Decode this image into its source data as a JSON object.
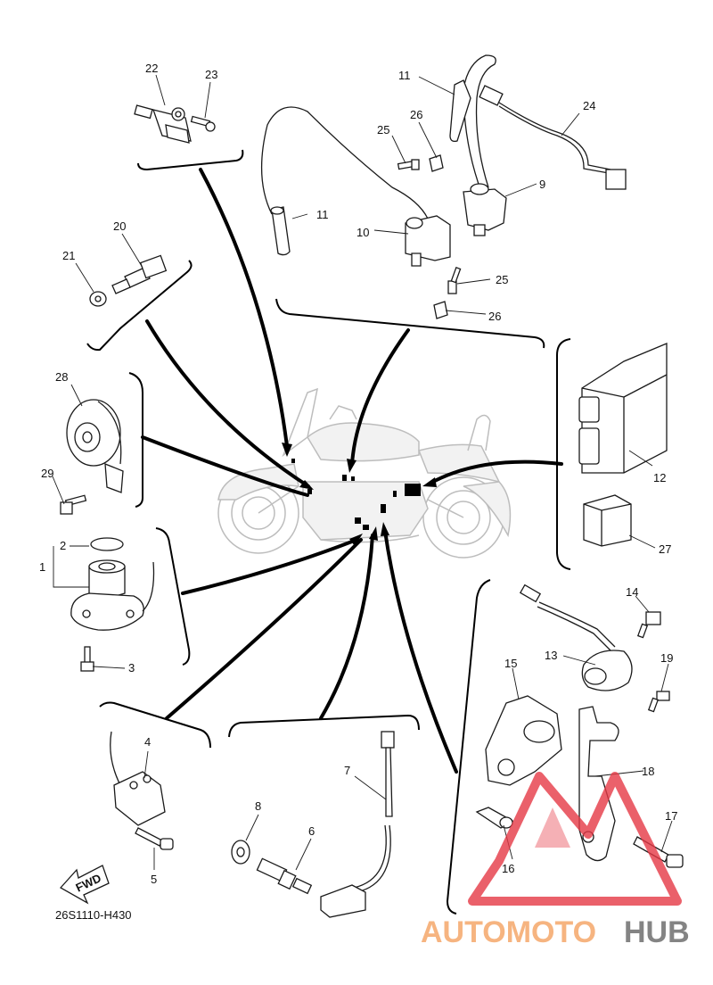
{
  "diagram_code": "26S1110-H430",
  "fwd_label": "FWD",
  "watermark": {
    "word_a": "AUTOMOTO",
    "word_b": "HUB",
    "color_a": "#f4a261",
    "color_b": "#666666",
    "triangle_color": "#e63946"
  },
  "callouts": {
    "c1": "1",
    "c2": "2",
    "c3": "3",
    "c4": "4",
    "c5": "5",
    "c6": "6",
    "c7": "7",
    "c8": "8",
    "c9": "9",
    "c10": "10",
    "c11a": "11",
    "c11b": "11",
    "c12": "12",
    "c13": "13",
    "c14": "14",
    "c15": "15",
    "c16": "16",
    "c17": "17",
    "c18": "18",
    "c19": "19",
    "c20": "20",
    "c21": "21",
    "c22": "22",
    "c23": "23",
    "c24": "24",
    "c25a": "25",
    "c25b": "25",
    "c26a": "26",
    "c26b": "26",
    "c27": "27",
    "c28": "28",
    "c29": "29"
  }
}
